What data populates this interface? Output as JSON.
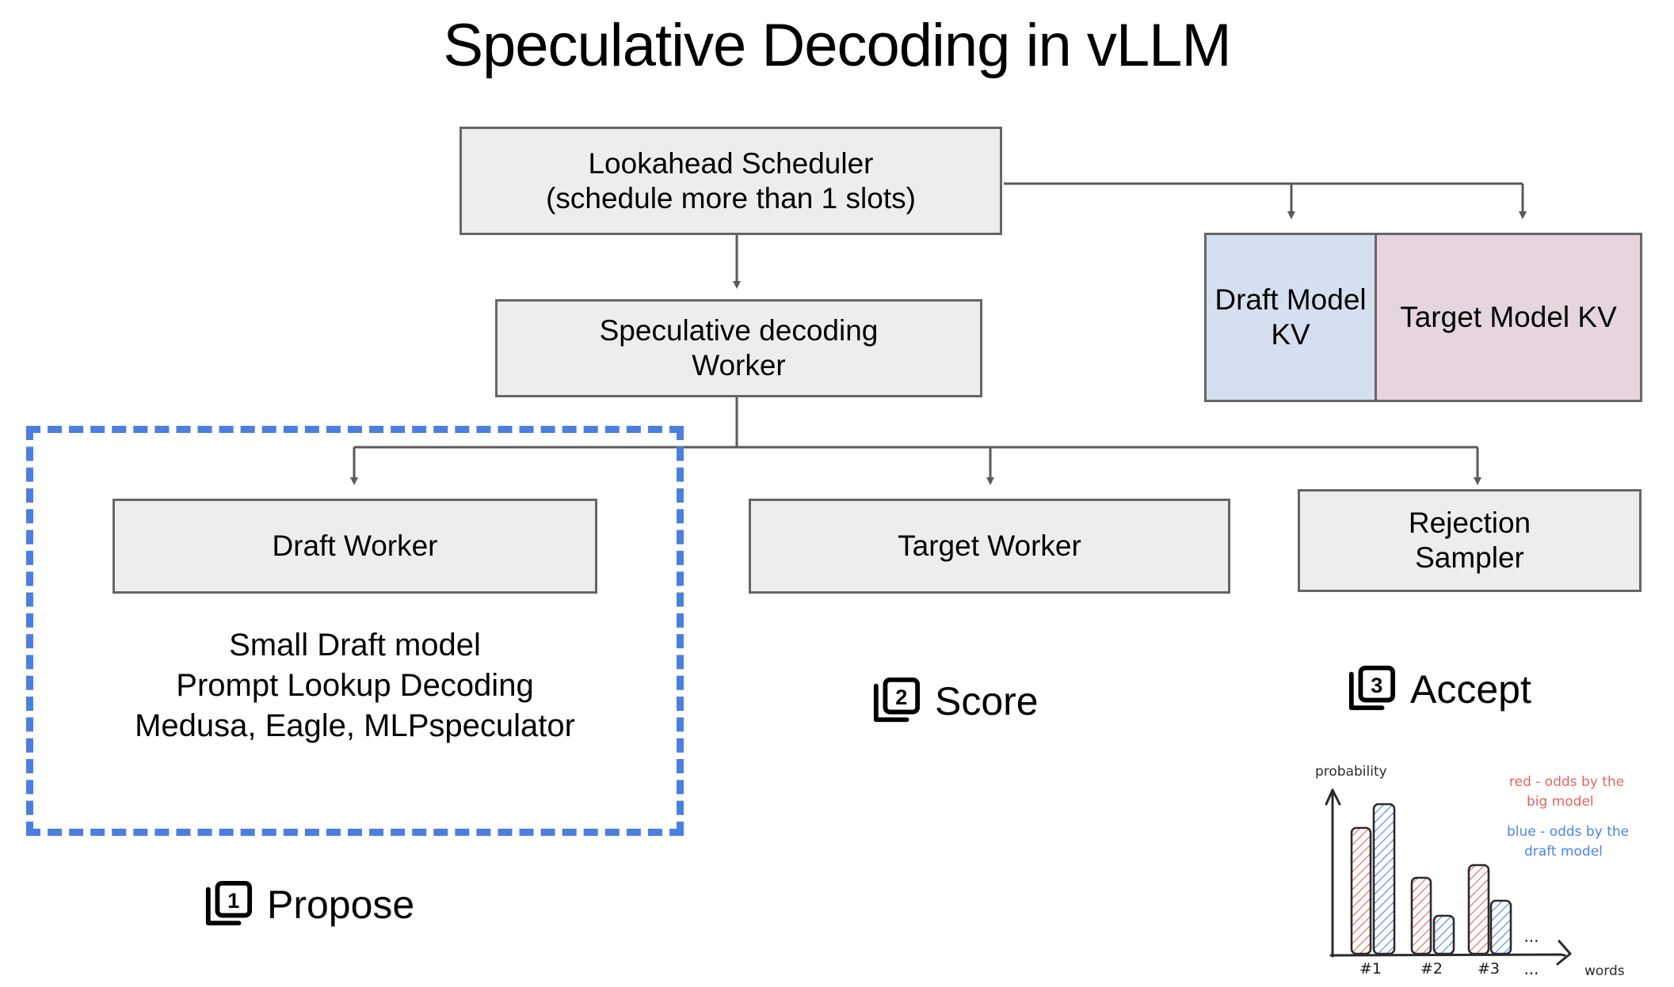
{
  "title": "Speculative Decoding in vLLM",
  "boxes": {
    "scheduler": {
      "line1": "Lookahead Scheduler",
      "line2": "(schedule more than 1 slots)"
    },
    "spec_worker": {
      "line1": "Speculative decoding",
      "line2": "Worker"
    },
    "draft_worker": {
      "label": "Draft Worker"
    },
    "target_worker": {
      "label": "Target Worker"
    },
    "rejection_sampler": {
      "line1": "Rejection",
      "line2": "Sampler"
    },
    "draft_kv": {
      "line1": "Draft",
      "line2": "Model",
      "line3": "KV",
      "color": "#d4e0ef"
    },
    "target_kv": {
      "line1": "Target Model",
      "line2": "KV",
      "color": "#e6d4de"
    }
  },
  "highlight": {
    "color": "#4a7fe0",
    "style": "dashed"
  },
  "draft_notes": {
    "line1": "Small Draft model",
    "line2": "Prompt Lookup Decoding",
    "line3": "Medusa, Eagle, MLPspeculator"
  },
  "steps": [
    {
      "number": "1",
      "label": "Propose",
      "icon": "stacked-squares-1-icon"
    },
    {
      "number": "2",
      "label": "Score",
      "icon": "stacked-squares-2-icon"
    },
    {
      "number": "3",
      "label": "Accept",
      "icon": "stacked-squares-3-icon"
    }
  ],
  "chart_data": {
    "type": "bar",
    "title": "",
    "xlabel": "words",
    "ylabel": "probability",
    "categories": [
      "#1",
      "#2",
      "#3"
    ],
    "ellipsis": "...",
    "ylim": [
      0,
      1
    ],
    "grid": false,
    "legend_position": "top-right",
    "series": [
      {
        "name": "red - odds by the big model",
        "color": "#e8635f",
        "values": [
          0.78,
          0.48,
          0.57
        ]
      },
      {
        "name": "blue - odds by the draft model",
        "color": "#4a86e8",
        "values": [
          0.93,
          0.22,
          0.35
        ]
      }
    ],
    "annotations": [
      {
        "text_line1": "red - odds by the",
        "text_line2": "big model",
        "color": "#e8635f"
      },
      {
        "text_line1": "blue - odds by the",
        "text_line2": "draft model",
        "color": "#4a86e8"
      }
    ]
  }
}
